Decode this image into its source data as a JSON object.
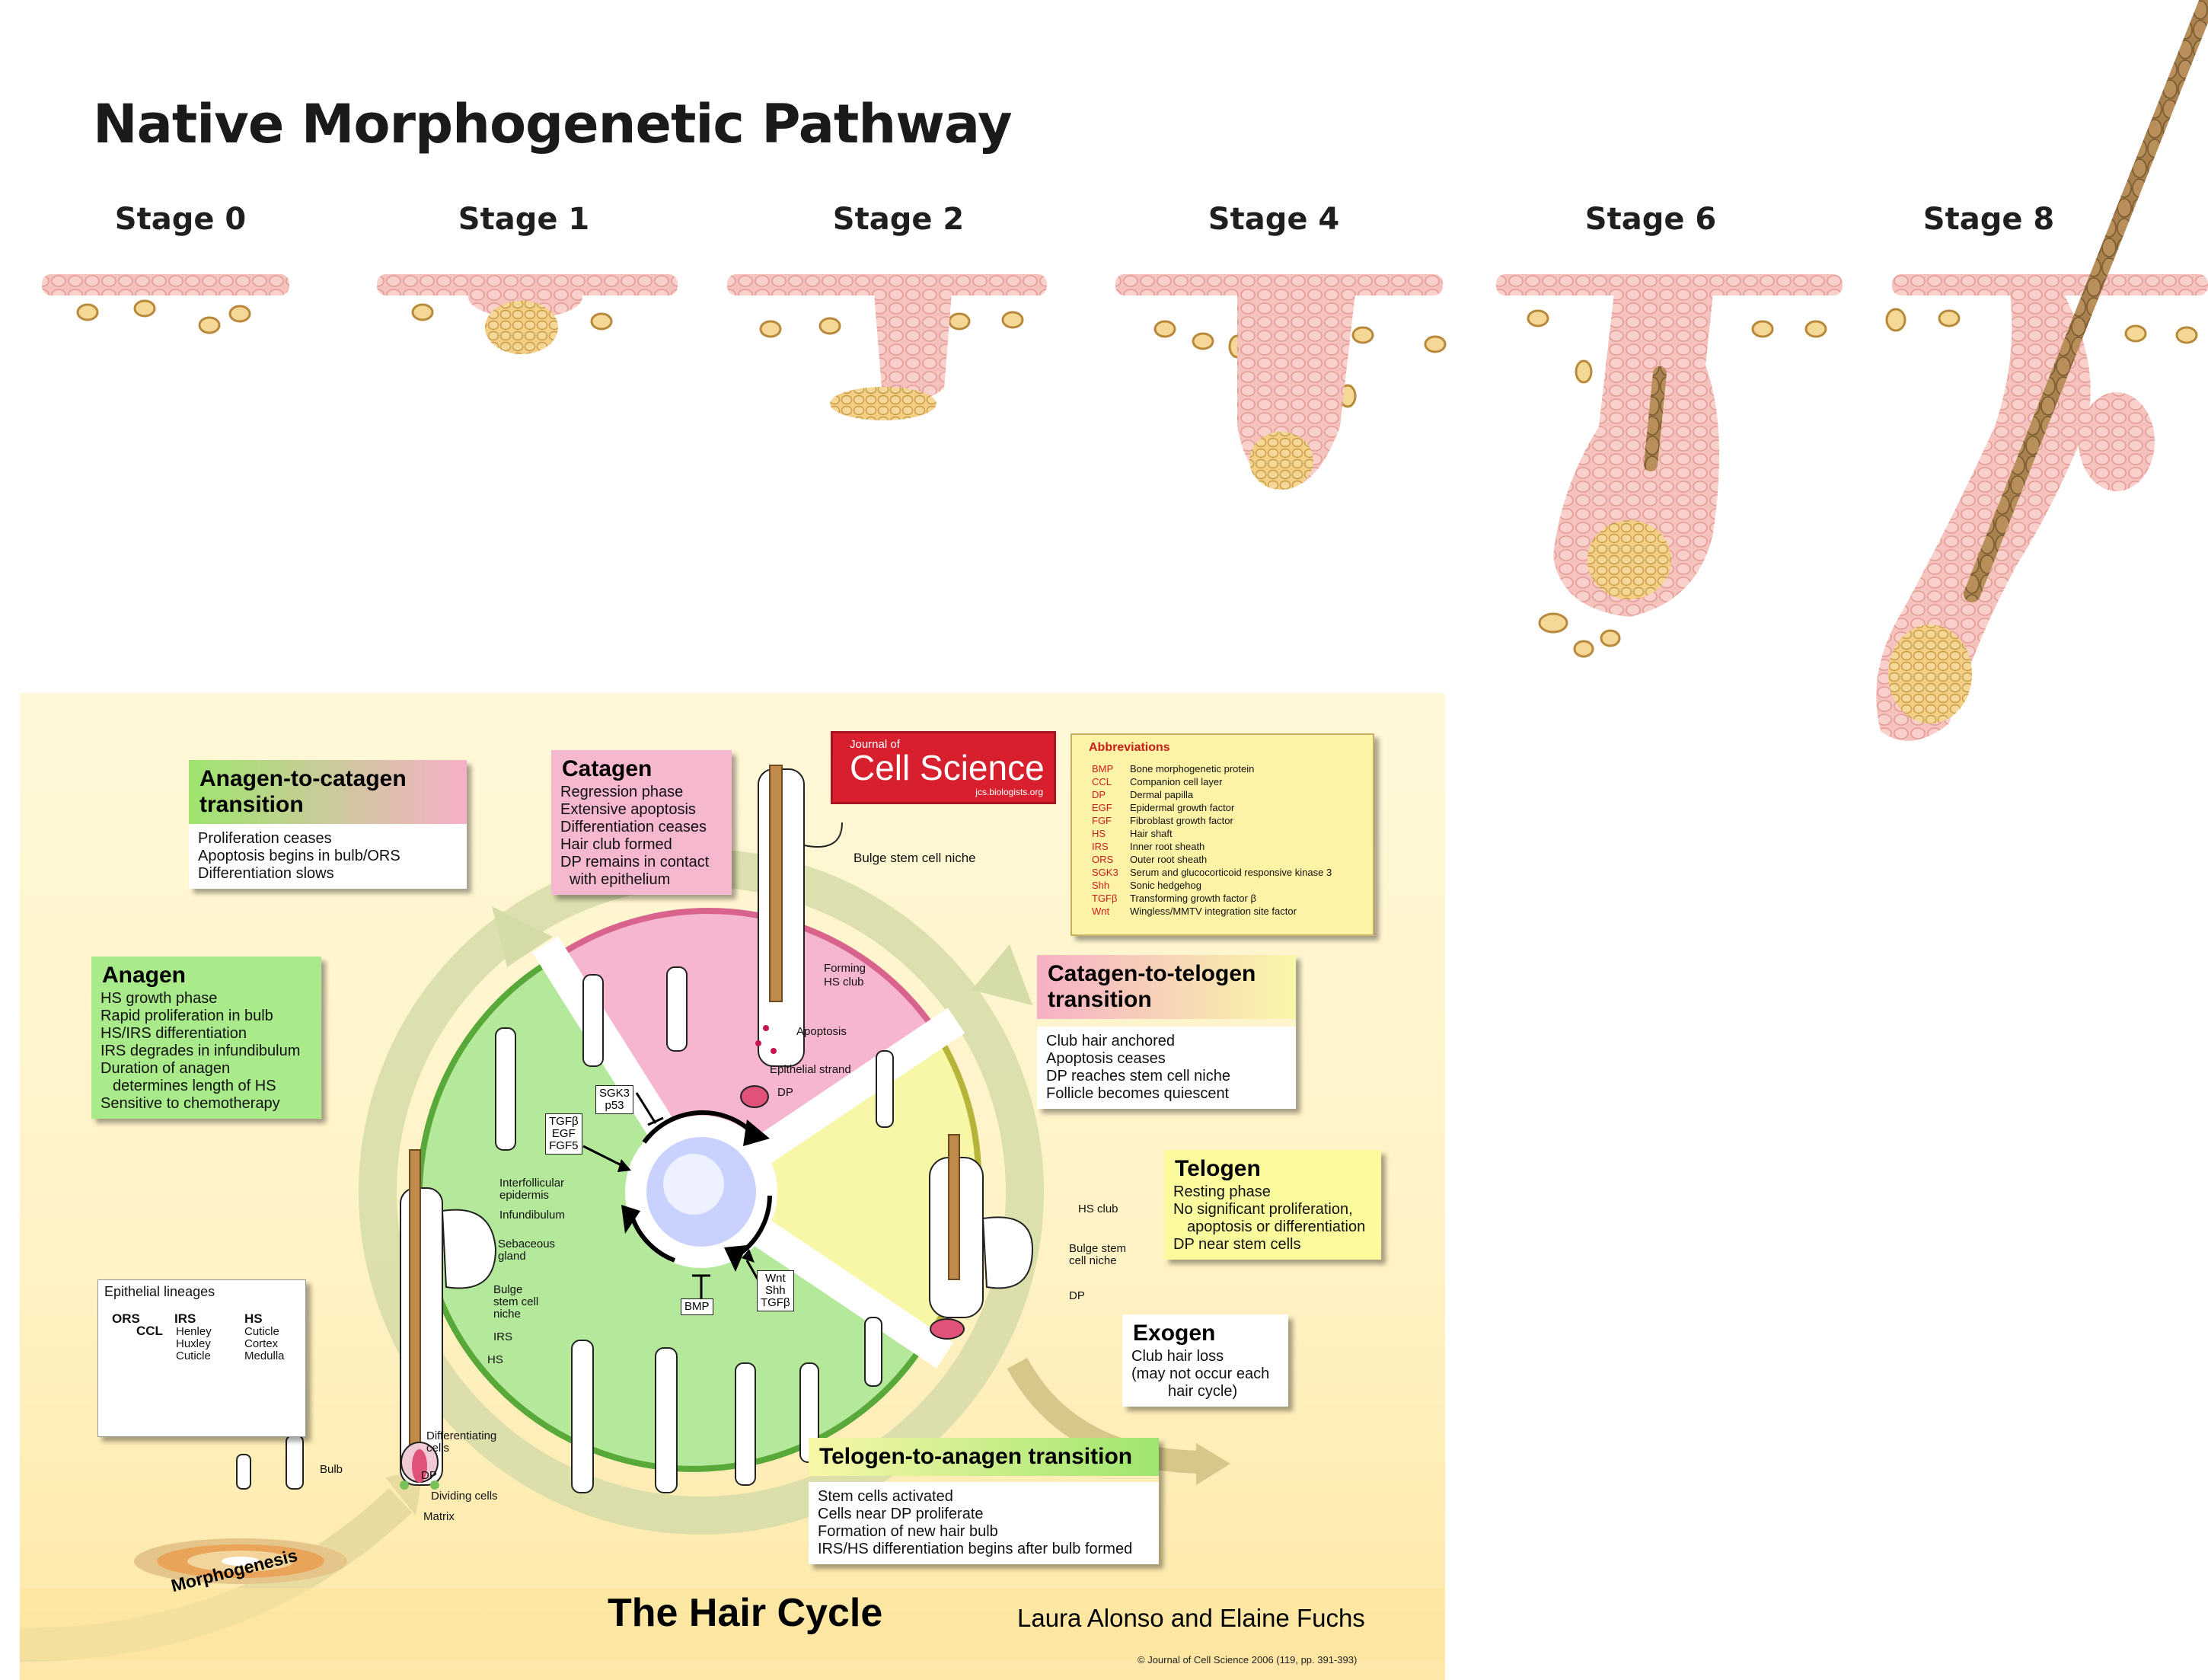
{
  "top": {
    "title": "Native Morphogenetic Pathway",
    "stages": [
      "Stage 0",
      "Stage 1",
      "Stage 2",
      "Stage 4",
      "Stage 6",
      "Stage 8"
    ]
  },
  "poster": {
    "title": "The Hair Cycle",
    "authors": "Laura Alonso and Elaine Fuchs",
    "copyright": "© Journal of Cell Science 2006 (119, pp. 391-393)",
    "journal_small": "Journal of",
    "journal_name": "Cell Science",
    "journal_url": "jcs.biologists.org",
    "morphogenesis": "Morphogenesis",
    "boxes": {
      "anagen_catagen": {
        "header": "Anagen-to-catagen transition",
        "lines": [
          "Proliferation ceases",
          "Apoptosis begins in bulb/ORS",
          "Differentiation slows"
        ]
      },
      "catagen": {
        "header": "Catagen",
        "lines": [
          "Regression phase",
          "Extensive apoptosis",
          "Differentiation ceases",
          "Hair club formed",
          "DP remains in contact",
          "with epithelium"
        ]
      },
      "anagen": {
        "header": "Anagen",
        "lines": [
          "HS growth phase",
          "Rapid proliferation in bulb",
          "HS/IRS differentiation",
          "IRS degrades in infundibulum",
          "Duration of anagen",
          "determines length of HS",
          "Sensitive to chemotherapy"
        ]
      },
      "catagen_telogen": {
        "header": "Catagen-to-telogen transition",
        "lines": [
          "Club hair anchored",
          "Apoptosis ceases",
          "DP reaches stem cell niche",
          "Follicle becomes quiescent"
        ]
      },
      "telogen": {
        "header": "Telogen",
        "lines": [
          "Resting phase",
          "No significant proliferation,",
          "apoptosis or differentiation",
          "DP near stem cells"
        ]
      },
      "exogen": {
        "header": "Exogen",
        "lines": [
          "Club hair loss",
          "(may not occur each",
          "hair cycle)"
        ]
      },
      "telogen_anagen": {
        "header": "Telogen-to-anagen transition",
        "lines": [
          "Stem cells activated",
          "Cells near DP proliferate",
          "Formation of new hair bulb",
          "IRS/HS differentiation begins after bulb formed"
        ]
      }
    },
    "abbreviations": {
      "title": "Abbreviations",
      "items": [
        {
          "key": "BMP",
          "value": "Bone morphogenetic protein"
        },
        {
          "key": "CCL",
          "value": "Companion cell layer"
        },
        {
          "key": "DP",
          "value": "Dermal papilla"
        },
        {
          "key": "EGF",
          "value": "Epidermal growth factor"
        },
        {
          "key": "FGF",
          "value": "Fibroblast growth factor"
        },
        {
          "key": "HS",
          "value": "Hair shaft"
        },
        {
          "key": "IRS",
          "value": "Inner root sheath"
        },
        {
          "key": "ORS",
          "value": "Outer root sheath"
        },
        {
          "key": "SGK3",
          "value": "Serum and glucocorticoid responsive kinase 3"
        },
        {
          "key": "Shh",
          "value": "Sonic hedgehog"
        },
        {
          "key": "TGFβ",
          "value": "Transforming growth factor β"
        },
        {
          "key": "Wnt",
          "value": "Wingless/MMTV integration site factor"
        }
      ]
    },
    "genes": {
      "sgk3": [
        "SGK3",
        "p53"
      ],
      "tgf": [
        "TGFβ",
        "EGF",
        "FGF5"
      ],
      "bmp": [
        "BMP"
      ],
      "wnt": [
        "Wnt",
        "Shh",
        "TGFβ"
      ]
    },
    "labels": {
      "bulge_niche_top": "Bulge stem cell niche",
      "forming_club": [
        "Forming",
        "HS club"
      ],
      "apoptosis": "Apoptosis",
      "epithelial_strand": "Epithelial strand",
      "dp_catagen": "DP",
      "hs_club": "HS club",
      "bulge_telogen": [
        "Bulge stem",
        "cell niche"
      ],
      "dp_telogen": "DP",
      "interfollicular": [
        "Interfollicular",
        "epidermis"
      ],
      "infundibulum": "Infundibulum",
      "sebaceous": [
        "Sebaceous",
        "gland"
      ],
      "bulge_anagen": [
        "Bulge",
        "stem cell",
        "niche"
      ],
      "irs": "IRS",
      "hs": "HS",
      "differentiating": [
        "Differentiating",
        "cells"
      ],
      "bulb": "Bulb",
      "dp_anagen": "DP",
      "dividing": "Dividing cells",
      "matrix": "Matrix"
    },
    "lineages": {
      "title": "Epithelial lineages",
      "ors": "ORS",
      "ccl": "CCL",
      "irs": "IRS",
      "irs_items": [
        "Henley",
        "Huxley",
        "Cuticle"
      ],
      "hs": "HS",
      "hs_items": [
        "Cuticle",
        "Cortex",
        "Medulla"
      ]
    }
  }
}
